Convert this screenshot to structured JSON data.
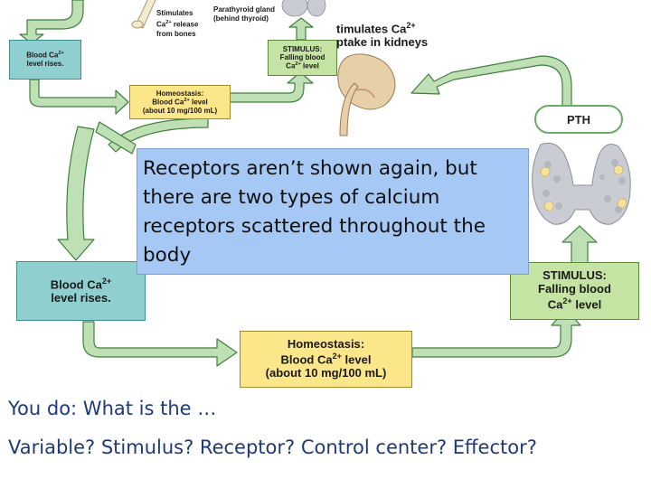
{
  "top_diagram": {
    "bones_label": [
      "Stimulates",
      "Ca2+ release",
      "from bones"
    ],
    "parathyroid_label": [
      "Parathyroid gland",
      "(behind thyroid)"
    ],
    "kidney_label": [
      "timulates Ca2+",
      "ptake in kidneys"
    ],
    "blood_rises": [
      "Blood Ca2+",
      "level rises."
    ],
    "homeostasis": [
      "Homeostasis:",
      "Blood Ca2+ level",
      "(about 10 mg/100 mL)"
    ],
    "stimulus": [
      "STIMULUS:",
      "Falling blood",
      "Ca2+ level"
    ]
  },
  "main_diagram": {
    "pth_label": "PTH",
    "blood_rises": [
      "Blood Ca2+",
      "level rises."
    ],
    "homeostasis": [
      "Homeostasis:",
      "Blood Ca2+ level",
      "(about 10 mg/100 mL)"
    ],
    "stimulus": [
      "STIMULUS:",
      "Falling blood",
      "Ca2+ level"
    ]
  },
  "caption": "Receptors aren’t shown again, but there are two types of calcium receptors scattered throughout the body",
  "questions": {
    "line1": "You do:    What is the …",
    "line2": "Variable? Stimulus? Receptor? Control center? Effector?"
  },
  "colors": {
    "arrow_fill": "#bfe0b4",
    "arrow_stroke": "#3f7f3f",
    "teal_box": "#8fcfcf",
    "yellow_box": "#fce68a",
    "green_box": "#c5e3a3",
    "caption_bg": "#a6c8f5",
    "question_text": "#1f3a7a"
  }
}
